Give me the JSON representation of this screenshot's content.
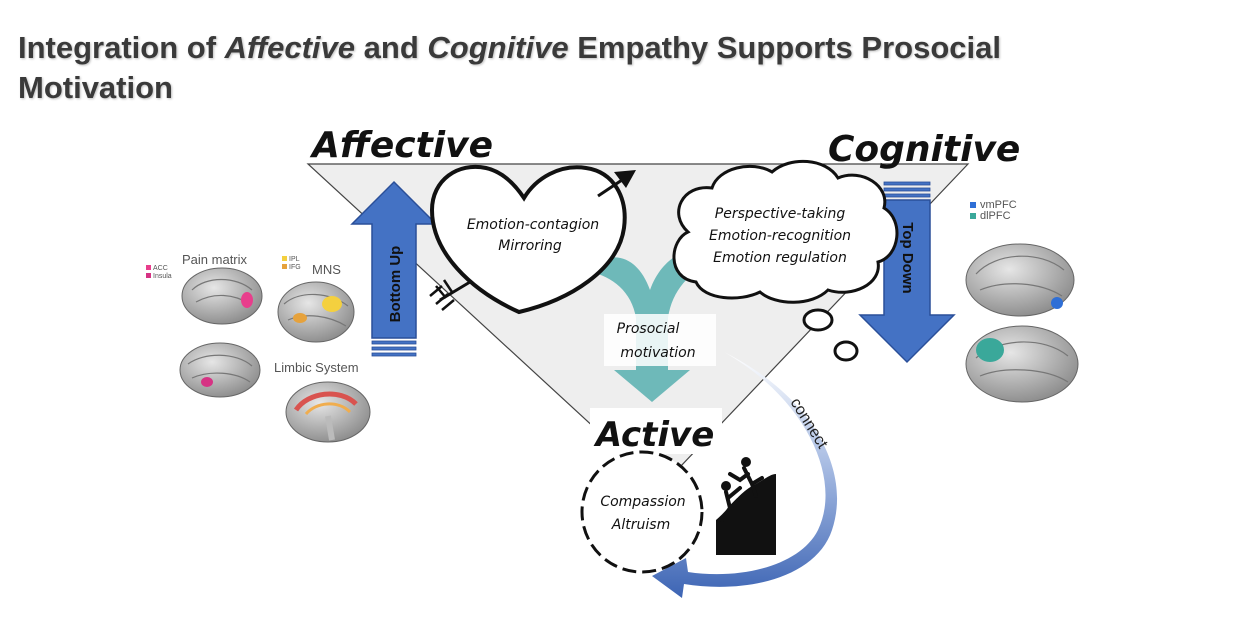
{
  "title": {
    "part1": "Integration of ",
    "affective": "Affective",
    "part2": " and ",
    "cognitive": "Cognitive",
    "part3": " Empathy Supports Prosocial",
    "line2": "Motivation"
  },
  "headings": {
    "affective": "Affective",
    "cognitive": "Cognitive",
    "active": "Active"
  },
  "arrows": {
    "bottom_up": "Bottom Up",
    "top_down": "Top Down"
  },
  "heart": {
    "line1": "Emotion-contagion",
    "line2": "Mirroring"
  },
  "cloud": {
    "line1": "Perspective-taking",
    "line2": "Emotion-recognition",
    "line3": "Emotion regulation"
  },
  "prosocial": {
    "line1": "Prosocial",
    "line2": "motivation"
  },
  "circle": {
    "line1": "Compassion",
    "line2": "Altruism"
  },
  "connect": "connect",
  "left_brains": {
    "pain_matrix": "Pain matrix",
    "acc": "ACC",
    "insula": "Insula",
    "ipl": "IPL",
    "ifg": "IFG",
    "mns": "MNS",
    "limbic": "Limbic System"
  },
  "right_brains": {
    "vmpfc": "vmPFC",
    "dlpfc": "dlPFC"
  },
  "colors": {
    "arrow_blue": "#4472c4",
    "teal": "#5fb3b3",
    "acc": "#e83e8c",
    "insula": "#d63384",
    "ipl": "#f4d03f",
    "ifg": "#e6a23c",
    "vmpfc": "#2f6fd6",
    "dlpfc": "#3aa89a",
    "limbic_red": "#d9534f",
    "triangle_fill": "#eeeeee"
  }
}
